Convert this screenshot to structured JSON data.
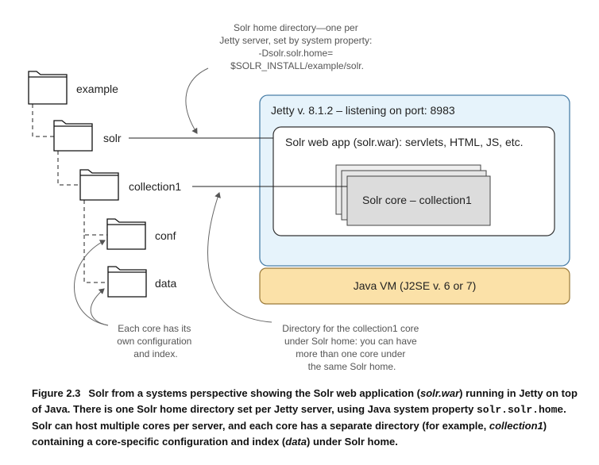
{
  "folders": {
    "example": "example",
    "solr": "solr",
    "collection1": "collection1",
    "conf": "conf",
    "data": "data"
  },
  "notes": {
    "solr_home": [
      "Solr home directory—one per",
      "Jetty server, set by system property:",
      "-Dsolr.solr.home=",
      "$SOLR_INSTALL/example/solr."
    ],
    "per_core": [
      "Each core has its",
      "own configuration",
      "and index."
    ],
    "collection_dir": [
      "Directory for the collection1 core",
      "under Solr home: you can have",
      "more than one core under",
      "the same Solr home."
    ]
  },
  "boxes": {
    "jetty": "Jetty v. 8.1.2 – listening on port: 8983",
    "webapp": "Solr web app (solr.war): servlets, HTML, JS, etc.",
    "core": "Solr core – collection1",
    "jvm": "Java VM (J2SE v. 6 or 7)"
  },
  "colors": {
    "jetty_fill": "#e6f3fb",
    "jetty_stroke": "#4a7fa8",
    "jvm_fill": "#fbe1a8",
    "jvm_stroke": "#9a7a3a",
    "core_fill": "#dcdcdc"
  },
  "caption": {
    "figure": "Figure 2.3",
    "p1": "Solr from a systems perspective showing the Solr web application (",
    "p1_em": "solr.war",
    "p2": ") running in Jetty on top of Java. There is one Solr home directory set per Jetty server, using Java system property ",
    "p2_code": "solr.solr.home",
    "p3": ". Solr can host multiple cores per server, and each core has a separate directory (for example, ",
    "p3_em": "collection1",
    "p4": ") containing a core-specific configuration and index (",
    "p4_em": "data",
    "p5": ") under Solr home."
  }
}
